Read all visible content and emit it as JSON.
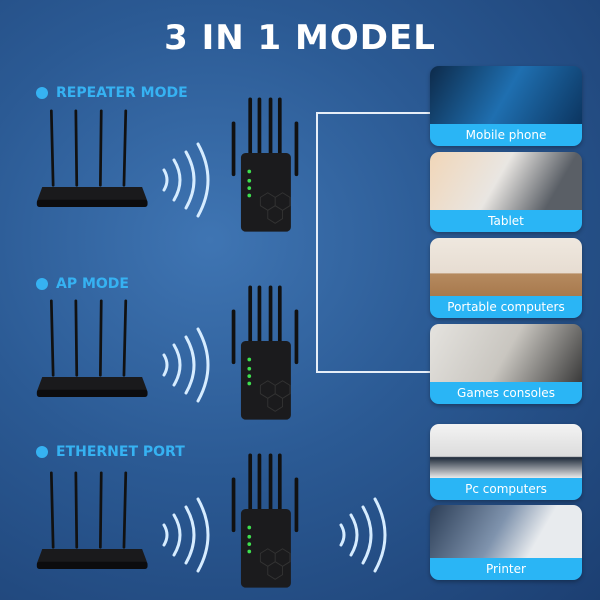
{
  "title": "3 IN 1 MODEL",
  "modes": [
    {
      "label": "REPEATER MODE"
    },
    {
      "label": "AP MODE"
    },
    {
      "label": "ETHERNET PORT"
    }
  ],
  "devices": [
    {
      "label": "Mobile phone"
    },
    {
      "label": "Tablet"
    },
    {
      "label": "Portable computers"
    },
    {
      "label": "Games consoles"
    },
    {
      "label": "Pc computers"
    },
    {
      "label": "Printer"
    }
  ],
  "colors": {
    "accent": "#36b2f2",
    "label_band": "#2ab5f5",
    "background": "#2b5a94"
  }
}
